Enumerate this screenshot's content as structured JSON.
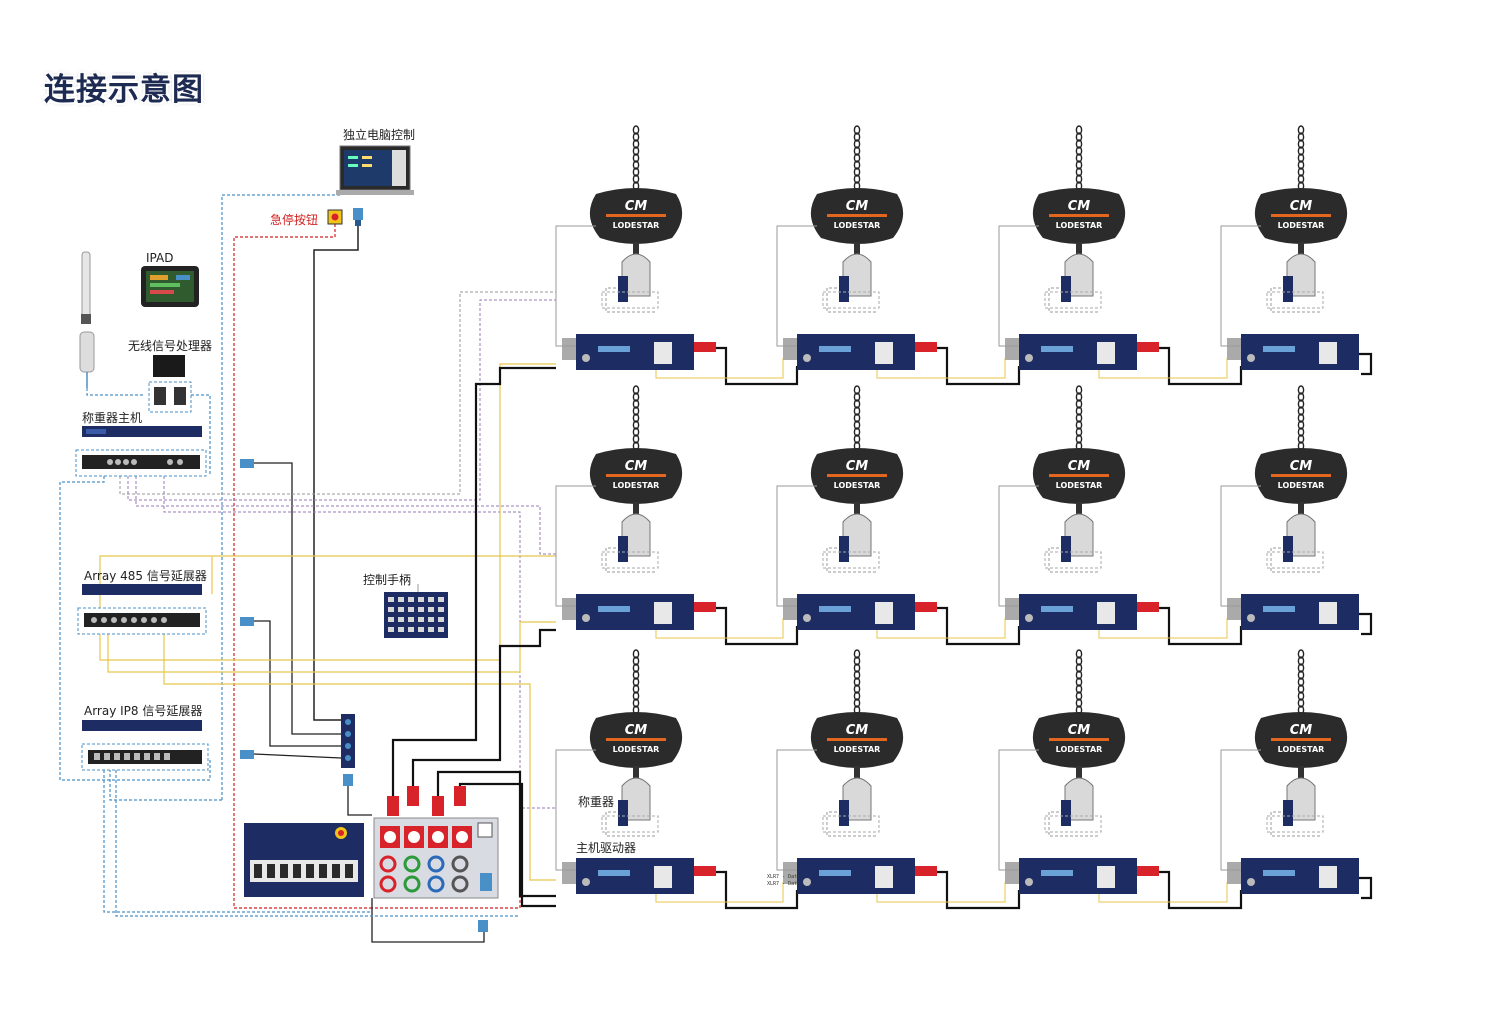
{
  "title": "连接示意图",
  "labels": {
    "computer": "独立电脑控制",
    "estop": "急停按钮",
    "ipad": "IPAD",
    "wireless": "无线信号处理器",
    "weigh_host": "称重器主机",
    "array485": "Array 485 信号延展器",
    "arrayip8": "Array IP8 信号延展器",
    "pendant": "控制手柄",
    "load_cell": "称重器",
    "driver": "主机驱动器"
  },
  "hoist": {
    "cm": "CM",
    "brand": "LODESTAR"
  },
  "xlr_tags": [
    "XLR7 - Data",
    "XLR7 - Data"
  ],
  "colors": {
    "navy": "#1d2d63",
    "red": "#d8232a",
    "hoist_body": "#2b2b2b",
    "orange_stripe": "#e3661f",
    "blue_line": "#4a90c8",
    "yellow_line": "#e8c64a",
    "purple_line": "#9a7ab8",
    "red_line": "#d32020",
    "gray_line": "#9a9a9a"
  },
  "grid": {
    "rows": 3,
    "cols": 4
  }
}
